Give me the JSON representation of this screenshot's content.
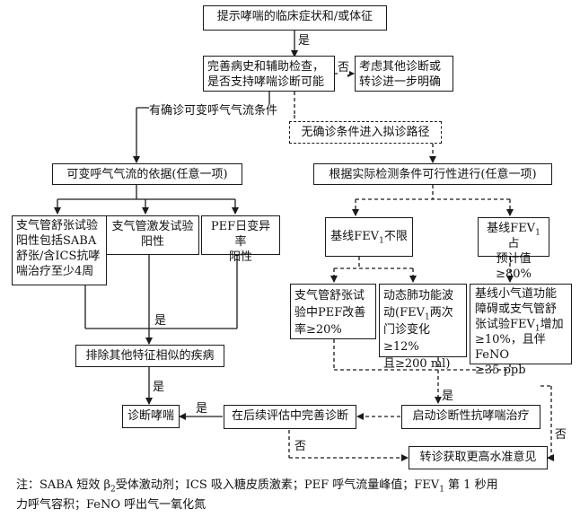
{
  "nodes": {
    "start": "提示哮喘的临床症状和/或体征",
    "history": [
      "完善病史和辅助检查，",
      "是否支持哮喘诊断可能"
    ],
    "other_dx": [
      "考虑其他诊断或",
      "转诊进一步明确"
    ],
    "no_conditions": "无确诊条件进入拟诊路径",
    "variable_basis": "可变呼气气流的依据(任意一项)",
    "feasible": "根据实际检测条件可行性进行(任意一项)",
    "bdr": [
      "支气管舒张试验",
      "阳性包括SABA",
      "舒张/含ICS抗哮",
      "喘治疗至少4周"
    ],
    "bpt": [
      "支气管激发试验",
      "阳性"
    ],
    "pef_var": [
      "PEF日变异率",
      "阳性"
    ],
    "fev1_unlimited": {
      "pre": "基线FEV",
      "sub": "1",
      "post": "不限"
    },
    "fev1_80": {
      "l1_pre": "基线FEV",
      "l1_sub": "1",
      "l1_post": "占",
      "l2": "预计值≥80%"
    },
    "bdr_pef": [
      "支气管舒张试",
      "验中PEF改善",
      "率≥20%"
    ],
    "dynamic": {
      "l1": "动态肺功能波",
      "l2_pre": "动(FEV",
      "l2_sub": "1",
      "l2_post": "两次",
      "l3": "门诊变化≥12%",
      "l4": "且≥200 ml)"
    },
    "small_airway": {
      "l1": "基线小气道功能",
      "l2": "障碍或支气管舒",
      "l3_pre": "张试验FEV",
      "l3_sub": "1",
      "l3_post": "增加",
      "l4": "≥10%，且伴FeNO",
      "l5": "≥35 ppb"
    },
    "exclude": "排除其他特征相似的疾病",
    "diagnose": "诊断哮喘",
    "followup": "在后续评估中完善诊断",
    "empiric": "启动诊断性抗哮喘治疗",
    "refer": "转诊获取更高水准意见"
  },
  "labels": {
    "yes": "是",
    "no": "否",
    "confirm_conditions": "有确诊可变呼气气流条件"
  },
  "footnote": {
    "line1_a": "注：SABA 短效 β",
    "line1_sub": "2",
    "line1_b": "受体激动剂；ICS 吸入糖皮质激素；PEF 呼气流量峰值；FEV",
    "line1_sub2": "1",
    "line1_c": " 第 1 秒用",
    "line2": "力呼气容积；FeNO 呼出气一氧化氮"
  }
}
